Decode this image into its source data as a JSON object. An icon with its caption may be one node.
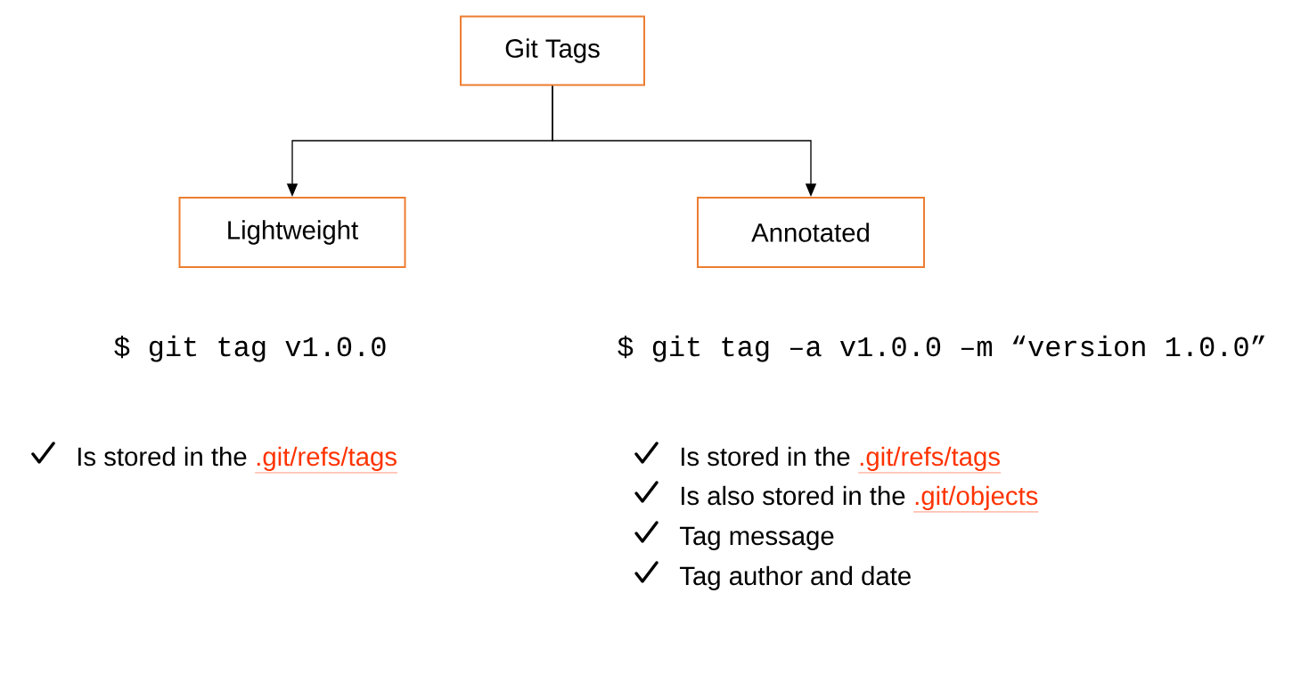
{
  "diagram": {
    "nodes": [
      {
        "text": [
          "Git Tags"
        ]
      },
      {
        "text": [
          "Lightweight"
        ]
      },
      {
        "text": [
          "Annotated"
        ]
      }
    ],
    "edges": [
      {
        "from": 0,
        "to": 1,
        "arrow": "to"
      },
      {
        "from": 0,
        "to": 2,
        "arrow": "to"
      }
    ],
    "labels": [
      "$ git tag v1.0.0",
      "$ git tag –a v1.0.0 –m “version 1.0.0”",
      "Is stored in the",
      ".git/refs/tags",
      "Is stored in the",
      ".git/refs/tags",
      "Is also stored in the",
      ".git/objects",
      "Tag message",
      "Tag author and date"
    ]
  }
}
